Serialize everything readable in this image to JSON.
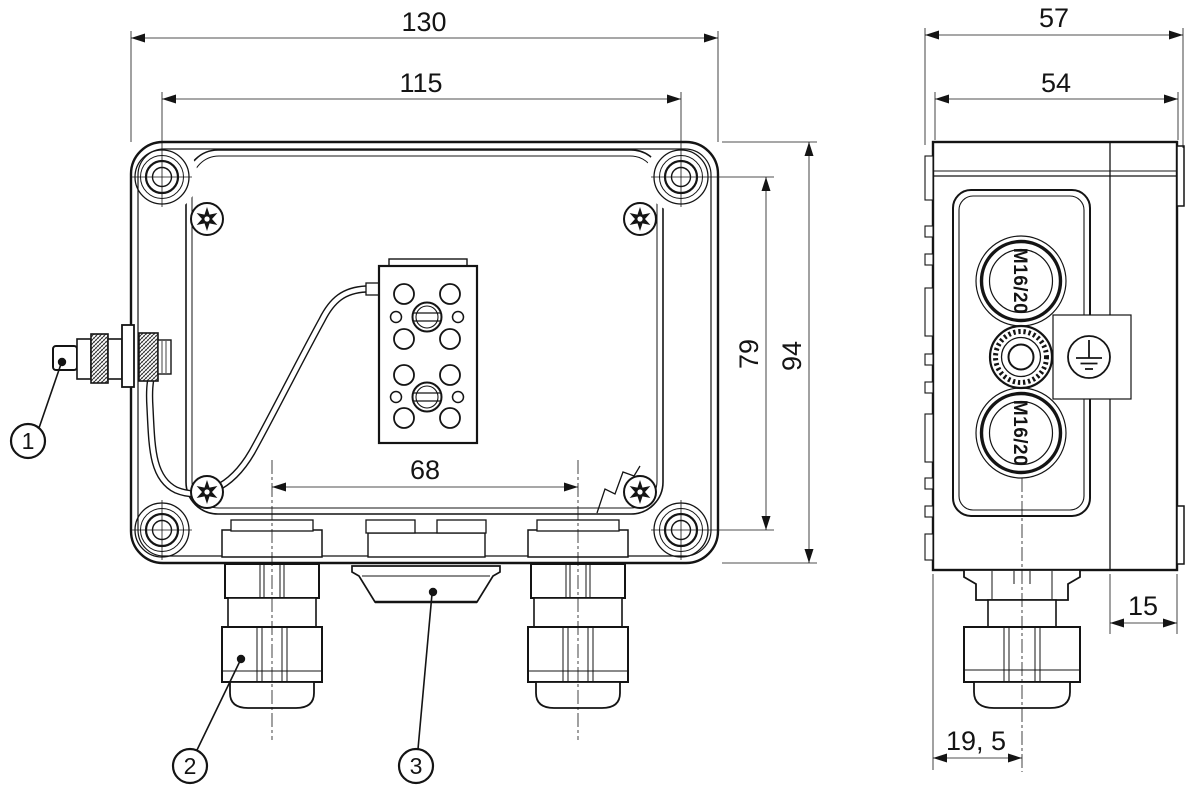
{
  "drawing": {
    "type": "technical-dimension-drawing",
    "colors": {
      "line": "#141414",
      "background": "#ffffff"
    },
    "front_view": {
      "dim_width_overall": "130",
      "dim_hole_spacing_x": "115",
      "dim_gland_spacing": "68",
      "dim_hole_spacing_y": "79",
      "dim_height_overall": "94"
    },
    "side_view": {
      "dim_depth_overall": "57",
      "dim_depth_body": "54",
      "dim_edge_offset": "15",
      "dim_gland_offset": "19, 5",
      "knockout_top_label": "M16/20",
      "knockout_bottom_label": "M16/20"
    },
    "callouts": {
      "item1": "1",
      "item2": "2",
      "item3": "3"
    }
  }
}
